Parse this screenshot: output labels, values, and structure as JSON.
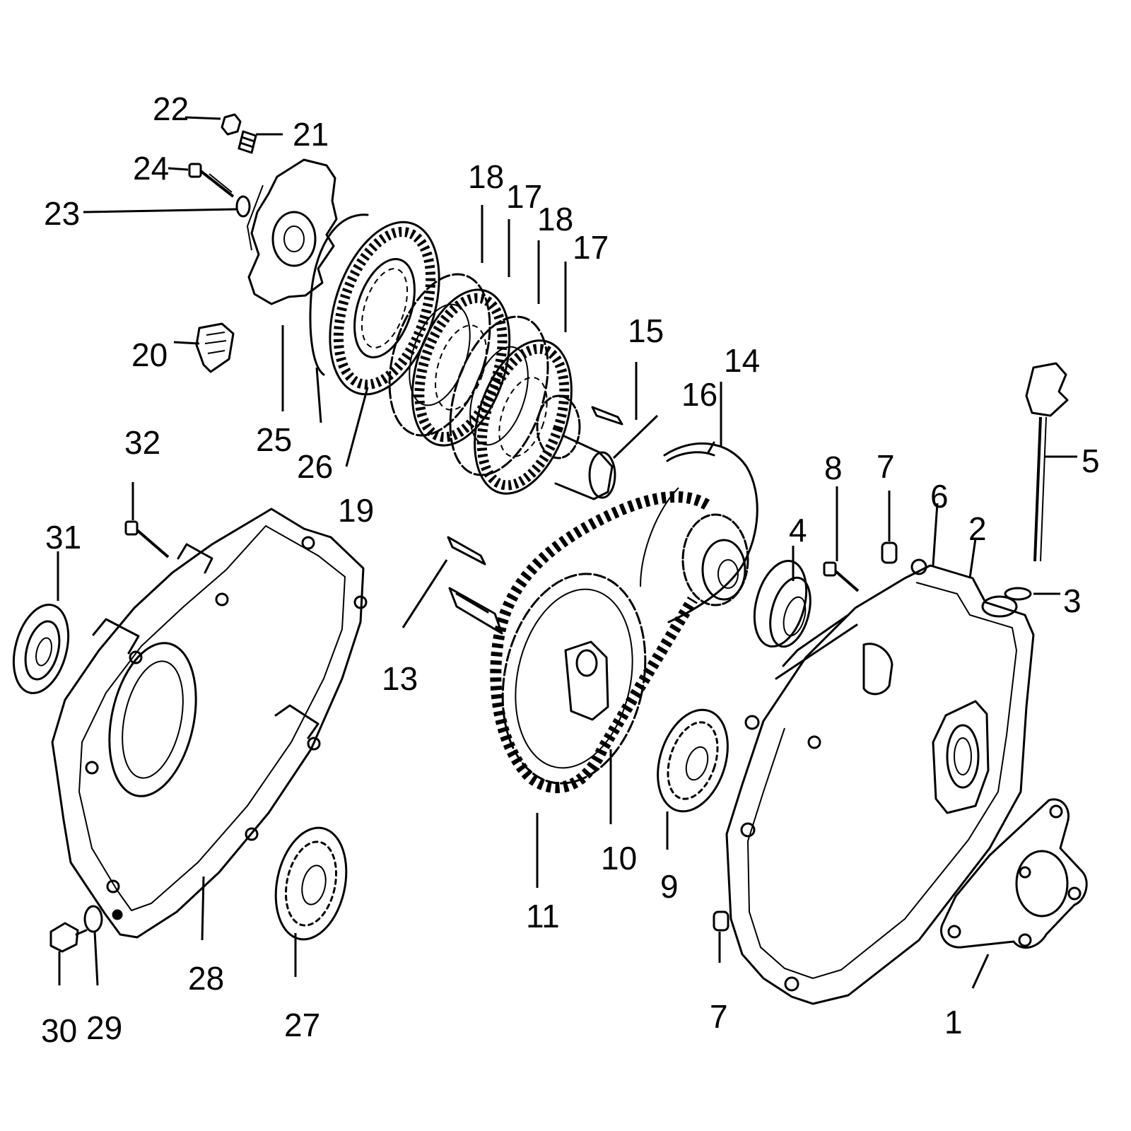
{
  "diagram": {
    "callouts": [
      {
        "label": "22"
      },
      {
        "label": "21"
      },
      {
        "label": "24"
      },
      {
        "label": "23"
      },
      {
        "label": "18"
      },
      {
        "label": "17"
      },
      {
        "label": "18"
      },
      {
        "label": "17"
      },
      {
        "label": "15"
      },
      {
        "label": "14"
      },
      {
        "label": "16"
      },
      {
        "label": "20"
      },
      {
        "label": "25"
      },
      {
        "label": "26"
      },
      {
        "label": "19"
      },
      {
        "label": "32"
      },
      {
        "label": "31"
      },
      {
        "label": "5"
      },
      {
        "label": "8"
      },
      {
        "label": "7"
      },
      {
        "label": "6"
      },
      {
        "label": "2"
      },
      {
        "label": "4"
      },
      {
        "label": "3"
      },
      {
        "label": "13"
      },
      {
        "label": "10"
      },
      {
        "label": "9"
      },
      {
        "label": "11"
      },
      {
        "label": "28"
      },
      {
        "label": "27"
      },
      {
        "label": "30"
      },
      {
        "label": "29"
      },
      {
        "label": "7"
      },
      {
        "label": "1"
      }
    ]
  }
}
